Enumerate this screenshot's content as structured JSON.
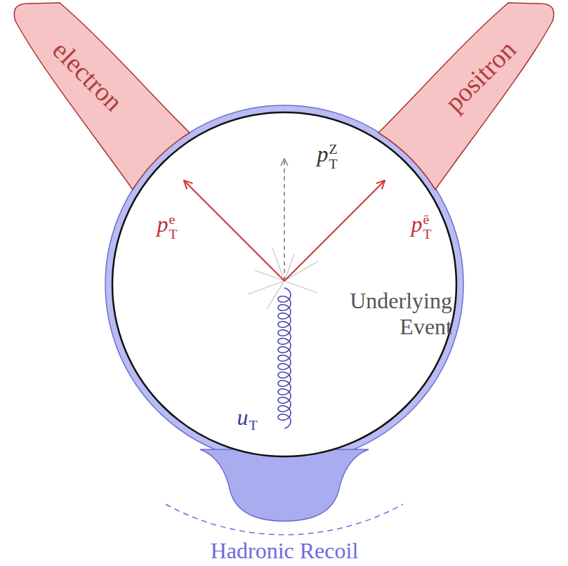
{
  "diagram": {
    "nodes": [
      {
        "text": [
          "electron"
        ]
      },
      {
        "text": [
          "positron"
        ]
      }
    ],
    "labels": [
      "pTZ",
      "pTe",
      "pTē",
      "Underlying Event",
      "uT",
      "Hadronic Recoil"
    ]
  }
}
